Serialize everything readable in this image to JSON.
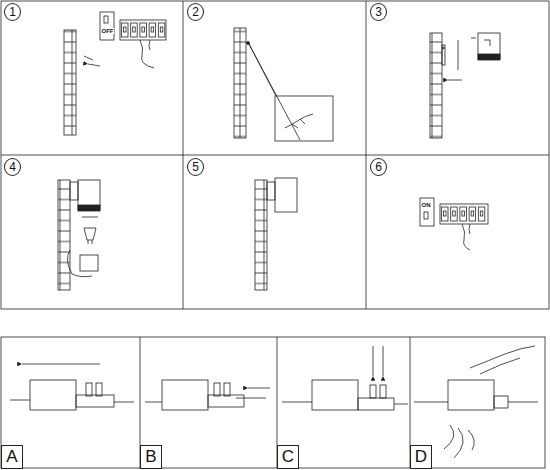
{
  "diagram": {
    "nodes": [
      {
        "text": [
          "1"
        ]
      },
      {
        "text": [
          "2"
        ]
      },
      {
        "text": [
          "3"
        ]
      },
      {
        "text": [
          "4"
        ]
      },
      {
        "text": [
          "5"
        ]
      },
      {
        "text": [
          "6"
        ]
      },
      {
        "text": [
          "A"
        ]
      },
      {
        "text": [
          "B"
        ]
      },
      {
        "text": [
          "C"
        ]
      },
      {
        "text": [
          "D"
        ]
      }
    ],
    "labels": [
      "OFF",
      "ON"
    ]
  }
}
